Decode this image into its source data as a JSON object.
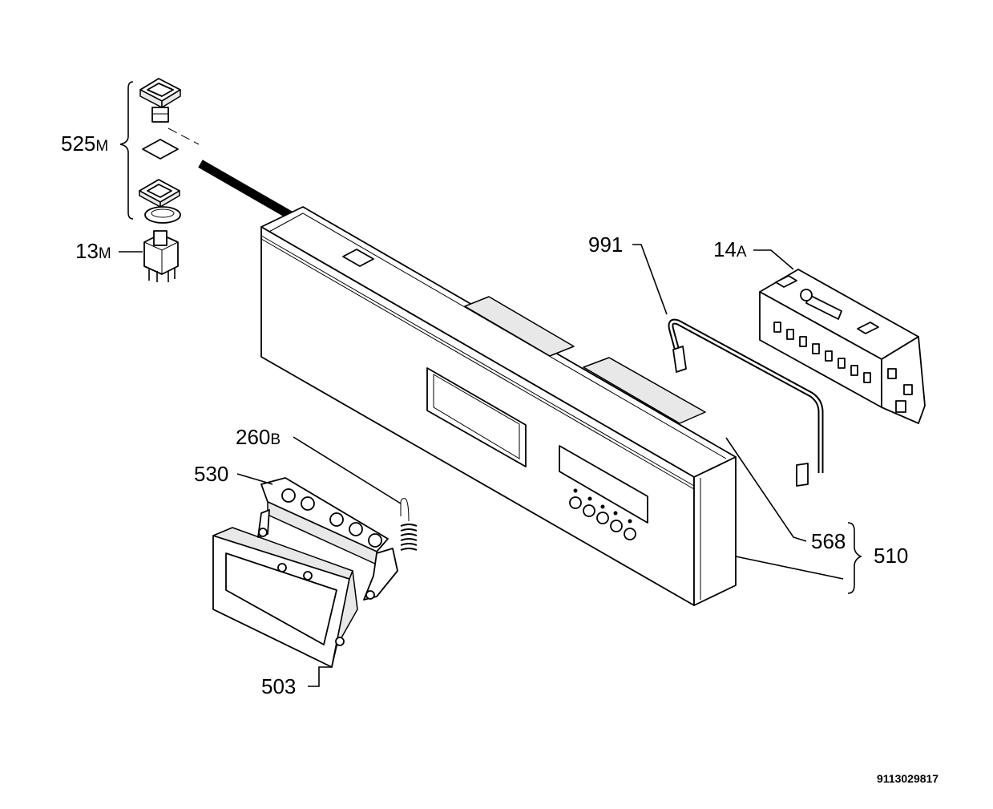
{
  "labels": {
    "p525": {
      "num": "525",
      "suffix": "M"
    },
    "p13": {
      "num": "13",
      "suffix": "M"
    },
    "p991": {
      "num": "991",
      "suffix": ""
    },
    "p14": {
      "num": "14",
      "suffix": "A"
    },
    "p260": {
      "num": "260",
      "suffix": "B"
    },
    "p530": {
      "num": "530",
      "suffix": ""
    },
    "p568": {
      "num": "568",
      "suffix": ""
    },
    "p510": {
      "num": "510",
      "suffix": ""
    },
    "p503": {
      "num": "503",
      "suffix": ""
    }
  },
  "doc_id": "9113029817",
  "colors": {
    "ink": "#000000",
    "paper": "#ffffff",
    "shade": "#e8e8e8"
  }
}
